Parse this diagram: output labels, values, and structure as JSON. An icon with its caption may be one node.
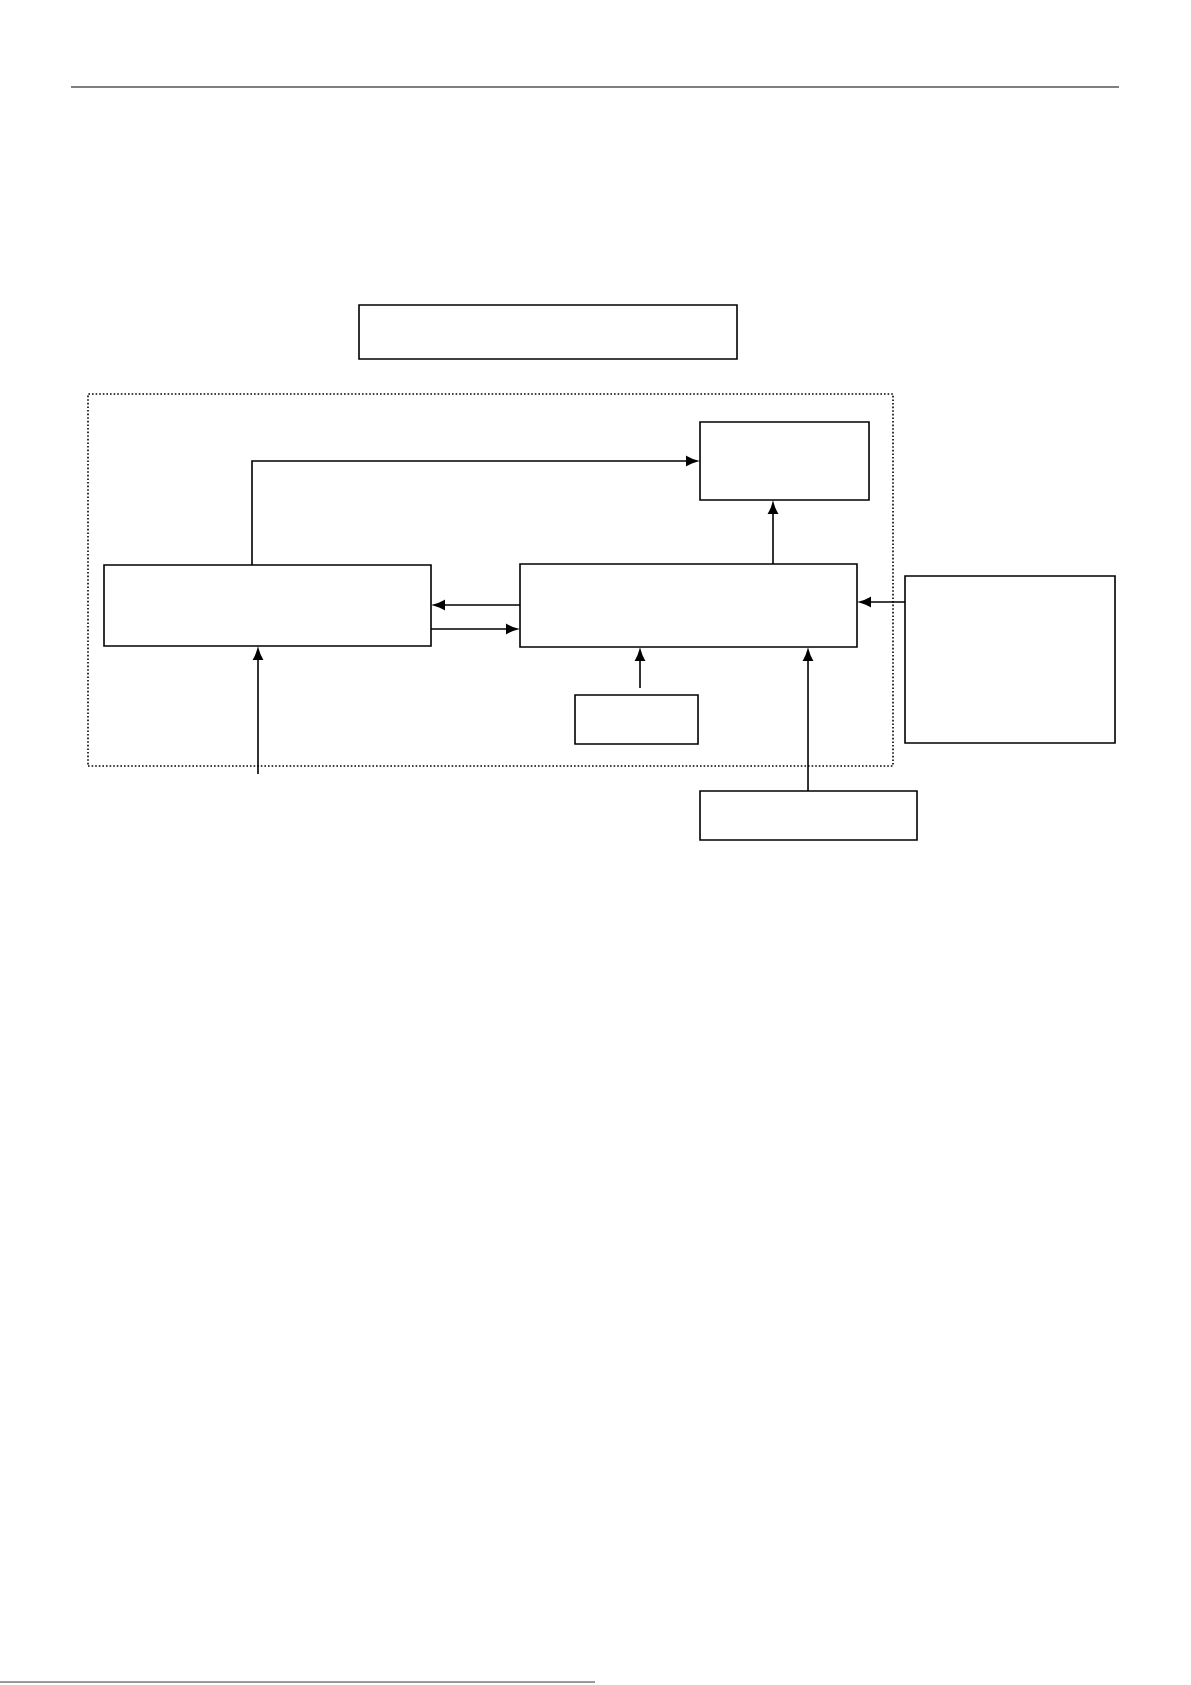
{
  "diagram": {
    "nodes": [
      {
        "text": [],
        "shape": "box"
      },
      {
        "text": [],
        "shape": "box"
      },
      {
        "text": [],
        "shape": "box",
        "in": 1
      },
      {
        "text": [],
        "shape": "box",
        "in": 1
      },
      {
        "text": [],
        "shape": "box",
        "in": 1
      },
      {
        "text": [],
        "shape": "box",
        "in": 1
      },
      {
        "text": [],
        "shape": "box"
      },
      {
        "text": [],
        "shape": "box"
      }
    ],
    "edges": [
      {
        "from": 3,
        "to": 2,
        "arrow": "to"
      },
      {
        "from": 4,
        "to": 2,
        "arrow": "to"
      },
      {
        "from": 4,
        "to": 3,
        "arrow": "to"
      },
      {
        "from": 3,
        "to": 4,
        "arrow": "to"
      },
      {
        "from": 5,
        "to": 4,
        "arrow": "to"
      },
      {
        "from": 7,
        "to": 4,
        "arrow": "to"
      },
      {
        "from": 6,
        "to": 4,
        "arrow": "to"
      },
      {
        "from": null,
        "to": 3,
        "arrow": "to"
      }
    ]
  }
}
